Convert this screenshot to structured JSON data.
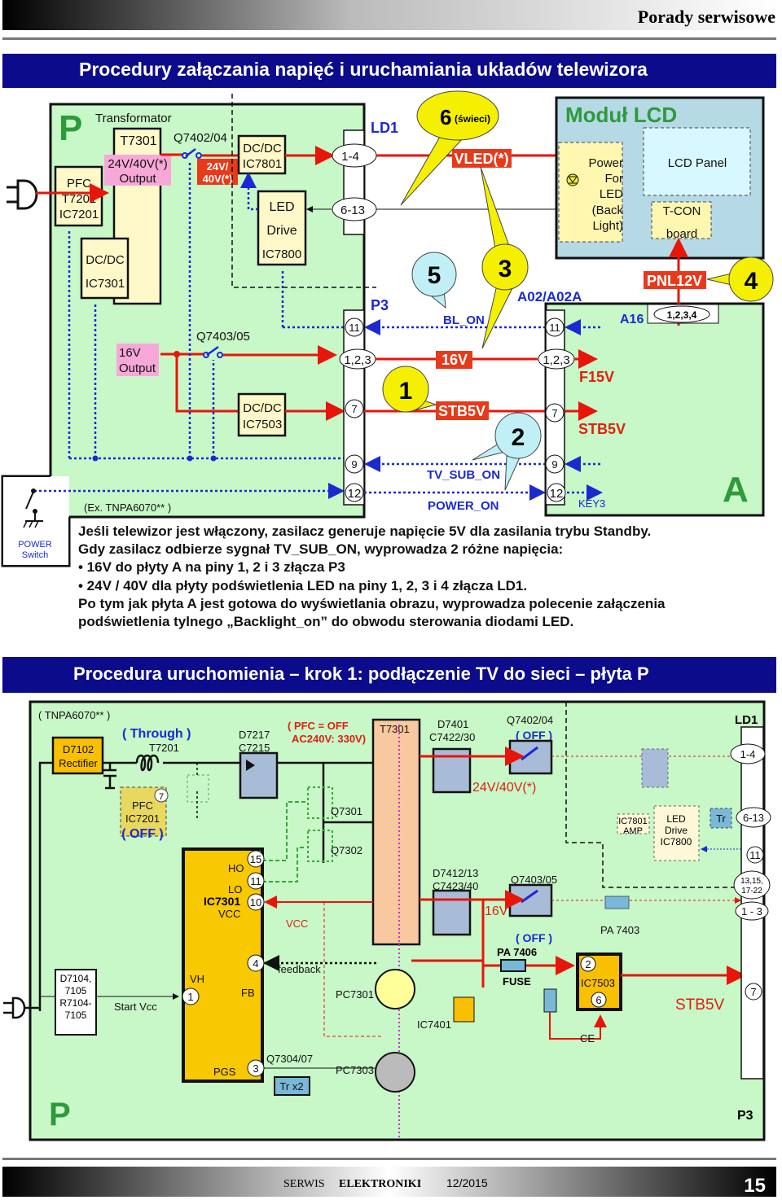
{
  "header": {
    "section": "Porady serwisowe"
  },
  "s1": {
    "title": "Procedury załączania napięć i uruchamiania układów telewizora",
    "board_p": "P",
    "transformator": "Transformator",
    "t7301": "T7301",
    "out_hv": [
      "24V/40V(*)",
      "Output"
    ],
    "out_16": [
      "16V",
      "Output"
    ],
    "pfc": [
      "PFC",
      "T7201",
      "IC7201"
    ],
    "dcdc7301": [
      "DC/DC",
      "IC7301"
    ],
    "q7402": "Q7402/04",
    "hv_tag": [
      "24V/",
      "40V(*)"
    ],
    "dcdc7801": [
      "DC/DC",
      "IC7801"
    ],
    "led_drive": [
      "LED",
      "Drive",
      "IC7800"
    ],
    "q7403": "Q7403/05",
    "dcdc7503": [
      "DC/DC",
      "IC7503"
    ],
    "ex": "(Ex. TNPA6070** )",
    "power_switch": [
      "POWER",
      "Switch"
    ],
    "ld1": "LD1",
    "p3": "P3",
    "ld1_pins": [
      "1-4",
      "6-13"
    ],
    "p3_pins": [
      "11",
      "1,2,3",
      "7",
      "9",
      "12"
    ],
    "vled": "VLED(*)",
    "v16": "16V",
    "stb5v": "STB5V",
    "bl_on": "BL_ON",
    "tv_sub_on": "TV_SUB_ON",
    "power_on": "POWER_ON",
    "a02": "A02/A02A",
    "callouts": {
      "c1": "1",
      "c2": "2",
      "c3": "3",
      "c4": "4",
      "c5": "5",
      "c6": "6",
      "c6_note": "(świeci)"
    },
    "lcd": {
      "title": "Moduł LCD",
      "power_led": [
        "Power",
        "For",
        "LED",
        "(Back",
        "Light)"
      ],
      "panel": "LCD Panel",
      "tcon": [
        "T-CON",
        "board"
      ],
      "pnl": "PNL12V"
    },
    "board_a": {
      "label": "A",
      "a16": "A16",
      "a16_pins": "1,2,3,4",
      "pins": [
        "11",
        "1,2,3",
        "7",
        "9",
        "12"
      ],
      "f15v": "F15V",
      "stb5v": "STB5V",
      "key3": "KEY3"
    },
    "text": [
      "Jeśli telewizor jest włączony, zasilacz generuje napięcie 5V dla zasilania trybu Standby.",
      "Gdy zasilacz odbierze sygnał TV_SUB_ON, wyprowadza 2 różne napięcia:",
      "• 16V do płyty A na piny 1, 2 i 3 złącza P3",
      "• 24V / 40V dla płyty podświetlenia LED na piny 1, 2, 3 i 4 złącza LD1.",
      "Po tym jak płyta A jest gotowa do wyświetlania obrazu, wyprowadza polecenie załączenia",
      "podświetlenia tylnego „Backlight_on” do obwodu sterowania diodami LED."
    ]
  },
  "s2": {
    "title": "Procedura uruchomienia – krok 1: podłączenie TV do sieci – płyta P",
    "model": "( TNPA6070** )",
    "through": "( Through )",
    "rectifier": [
      "D7102",
      "Rectifier"
    ],
    "t7201": "T7201",
    "d7217": [
      "D7217",
      "C7215"
    ],
    "pfc_off": [
      "( PFC = OFF",
      "AC240V: 330V)"
    ],
    "pfc_ic": [
      "PFC",
      "IC7201",
      "( OFF )"
    ],
    "pfc_pin": "7",
    "t7301": "T7301",
    "q7301": "Q7301",
    "q7302": "Q7302",
    "ic7301": "IC7301",
    "pins": {
      "ho": "HO",
      "ho_n": "15",
      "lo": "LO",
      "lo_n": "11",
      "vcc": "VCC",
      "vcc_n": "10",
      "fb": "FB",
      "fb_n": "4",
      "vh": "VH",
      "vh_n": "1",
      "pgs": "PGS",
      "pgs_n": "3"
    },
    "vcc_label": "VCC",
    "feedback": "feedback",
    "pc7301": "PC7301",
    "pc7303": "PC7303",
    "q7304": "Q7304/07",
    "trx2": "Tr x2",
    "d7104": [
      "D7104,",
      "7105",
      "R7104-",
      "7105"
    ],
    "start_vcc": "Start Vcc",
    "board": "P",
    "d7401": [
      "D7401",
      "C7422/30"
    ],
    "q7402": "Q7402/04",
    "off1": "( OFF )",
    "hv": "24V/40V(*)",
    "d7412": [
      "D7412/13",
      "C7423/40"
    ],
    "q7403": "Q7403/05",
    "off2": "( OFF )",
    "v16": "16V",
    "pa7403": "PA 7403",
    "pa7406": "PA 7406",
    "fuse": "FUSE",
    "ic7503": "IC7503",
    "ic7503_pins": [
      "2",
      "6"
    ],
    "ce": "CE",
    "stb5v": "STB5V",
    "ic7401": "IC7401",
    "ic7801": [
      "IC7801",
      "AMP"
    ],
    "led_drive": [
      "LED",
      "Drive",
      "IC7800"
    ],
    "tr": "Tr",
    "ld1": "LD1",
    "p3": "P3",
    "conn_pins": [
      "1-4",
      "6-13",
      "11",
      "13,15,",
      "17-22",
      "1 - 3",
      "7"
    ]
  },
  "footer": {
    "brand1": "SERWIS",
    "brand2": "ELEKTRONIKI",
    "issue": "12/2015",
    "page": "15"
  }
}
